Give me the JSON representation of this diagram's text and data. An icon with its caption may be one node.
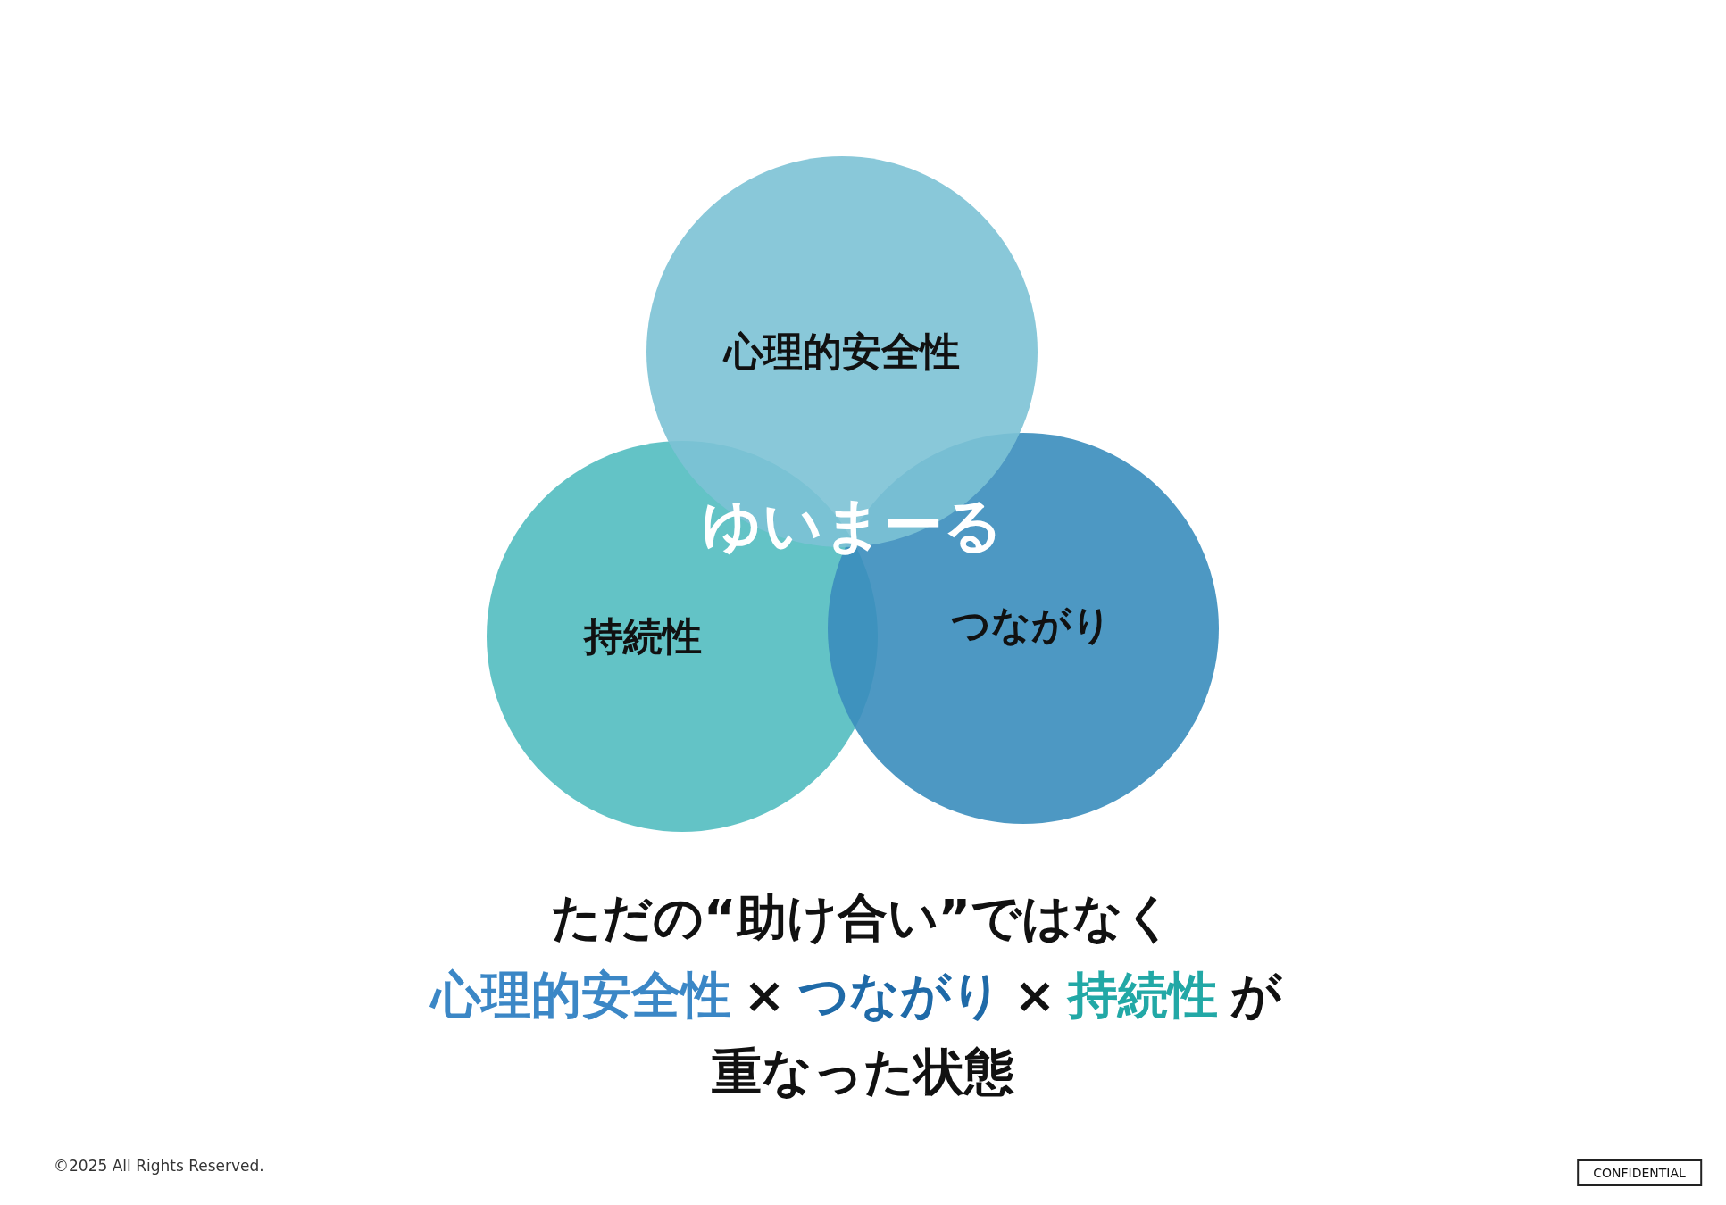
{
  "diagram": {
    "nodes": [
      {
        "text": [
          "心理的安全性"
        ]
      },
      {
        "text": [
          "持続性"
        ]
      },
      {
        "text": [
          "つながり"
        ]
      }
    ],
    "edges": [],
    "labels": [
      "ゆいまーる",
      "ただの“助け合い”ではなく",
      "心理的安全性",
      "×",
      "つながり",
      "×",
      "持続性",
      "が",
      "重なった状態",
      "©2025 All Rights Reserved.",
      "CONFIDENTIAL"
    ]
  }
}
